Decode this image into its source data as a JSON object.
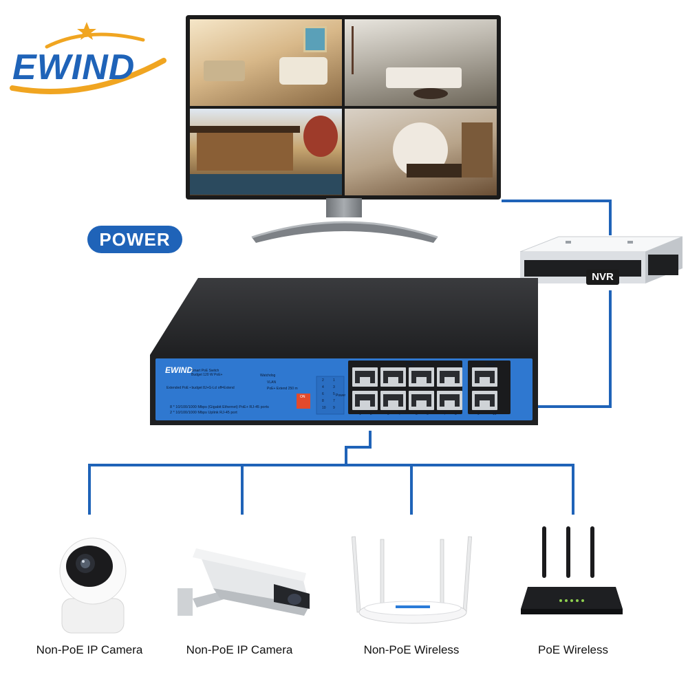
{
  "brand": {
    "logo_text": "EWIND",
    "panel_logo_text": "EWIND",
    "color": "#1f63b8"
  },
  "power_label": "POWER",
  "nvr_label": "NVR",
  "switch_panel": {
    "model_line1": "Smart PoE Switch",
    "model_line2": "Budget 120 W PoE+",
    "mode_title": "Extended PoE • budget 8J+G-Lcl off=Extend",
    "spec_line1": "8 * 10/100/1000 Mbps (Gigabit Ethernet) PoE+ RJ-45 ports",
    "spec_line2": "2 * 10/100/1000 Mbps Uplink RJ-45 port",
    "dip_labels": [
      "Watchdog",
      "VLAN",
      "PoE+ Extend 250 m"
    ],
    "dip_on": "ON",
    "poe_group_label": "PoE+",
    "uplink_group_label": "Uplink",
    "led_numbers": [
      "1",
      "2",
      "3",
      "4",
      "5",
      "6",
      "7",
      "8",
      "9",
      "10"
    ],
    "port_labels": [
      "1",
      "2",
      "3",
      "4",
      "5",
      "6",
      "7",
      "8",
      "9",
      "10"
    ],
    "power_led_label": "Power"
  },
  "devices": [
    {
      "label": "Non-PoE IP Camera",
      "icon": "dome-camera-icon"
    },
    {
      "label": "Non-PoE IP Camera",
      "icon": "bullet-camera-icon"
    },
    {
      "label": "Non-PoE Wireless",
      "icon": "white-router-icon"
    },
    {
      "label": "PoE Wireless",
      "icon": "black-router-icon"
    }
  ],
  "colors": {
    "line": "#1f63b8",
    "panel_blue": "#2f78d0",
    "switch_body": "#2a2b2d"
  }
}
